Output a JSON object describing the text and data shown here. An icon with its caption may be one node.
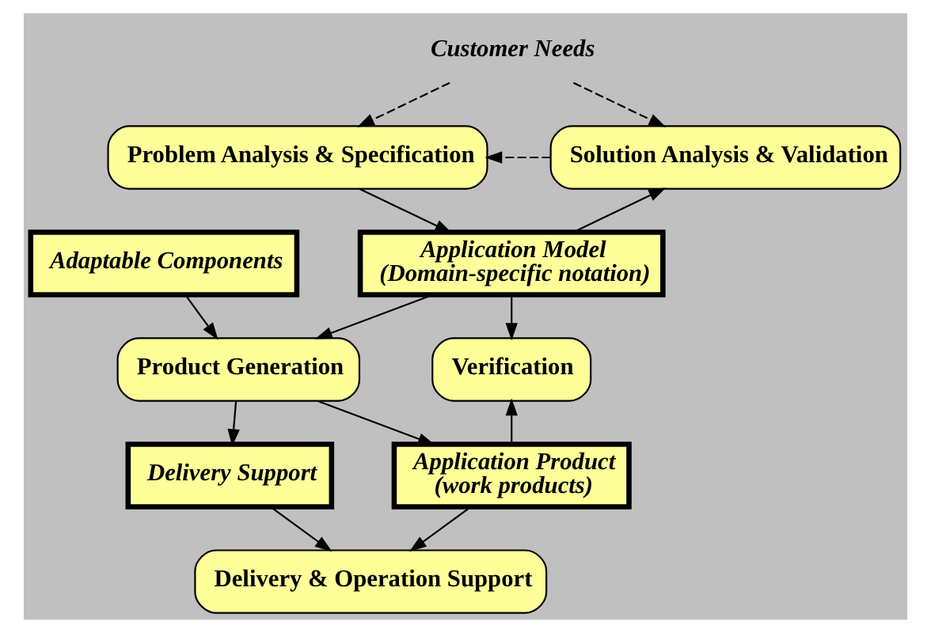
{
  "diagram": {
    "nodes": [
      {
        "text": [
          "Customer Needs"
        ]
      },
      {
        "text": [
          "Problem Analysis & Specification"
        ]
      },
      {
        "text": [
          "Solution Analysis & Validation"
        ]
      },
      {
        "text": [
          "Application Model",
          "(Domain-specific notation)"
        ]
      },
      {
        "text": [
          "Adaptable Components"
        ]
      },
      {
        "text": [
          "Product Generation"
        ]
      },
      {
        "text": [
          "Verification"
        ]
      },
      {
        "text": [
          "Delivery Support"
        ]
      },
      {
        "text": [
          "Application Product",
          "(work products)"
        ]
      },
      {
        "text": [
          "Delivery & Operation Support"
        ]
      }
    ],
    "edges": [
      {
        "from": 0,
        "to": 1,
        "arrow": "to",
        "style": "dashed"
      },
      {
        "from": 0,
        "to": 2,
        "arrow": "to",
        "style": "dashed"
      },
      {
        "from": 2,
        "to": 1,
        "arrow": "to",
        "style": "dashed"
      },
      {
        "from": 1,
        "to": 3,
        "arrow": "to"
      },
      {
        "from": 3,
        "to": 2,
        "arrow": "to"
      },
      {
        "from": 4,
        "to": 5,
        "arrow": "to"
      },
      {
        "from": 3,
        "to": 5,
        "arrow": "to"
      },
      {
        "from": 3,
        "to": 6,
        "arrow": "to"
      },
      {
        "from": 5,
        "to": 7,
        "arrow": "to"
      },
      {
        "from": 5,
        "to": 8,
        "arrow": "to"
      },
      {
        "from": 8,
        "to": 6,
        "arrow": "to"
      },
      {
        "from": 7,
        "to": 9,
        "arrow": "to"
      },
      {
        "from": 8,
        "to": 9,
        "arrow": "to"
      }
    ]
  }
}
